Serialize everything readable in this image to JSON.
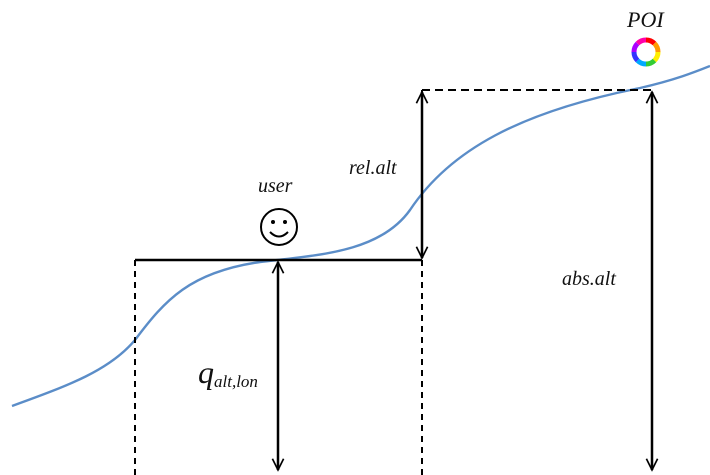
{
  "labels": {
    "poi": "POI",
    "user": "user",
    "rel_alt": "rel.alt",
    "abs_alt": "abs.alt",
    "q_main": "q",
    "q_sub": "alt,lon"
  },
  "icons": {
    "user": "smiley-face-icon",
    "poi": "color-wheel-icon"
  },
  "colors": {
    "terrain": "#5b8dc8",
    "lines": "#000000",
    "poi_ring": [
      "#ff0000",
      "#ff9900",
      "#ffee00",
      "#33cc33",
      "#00aaff",
      "#3333ff",
      "#aa00ff",
      "#ff00aa"
    ]
  }
}
